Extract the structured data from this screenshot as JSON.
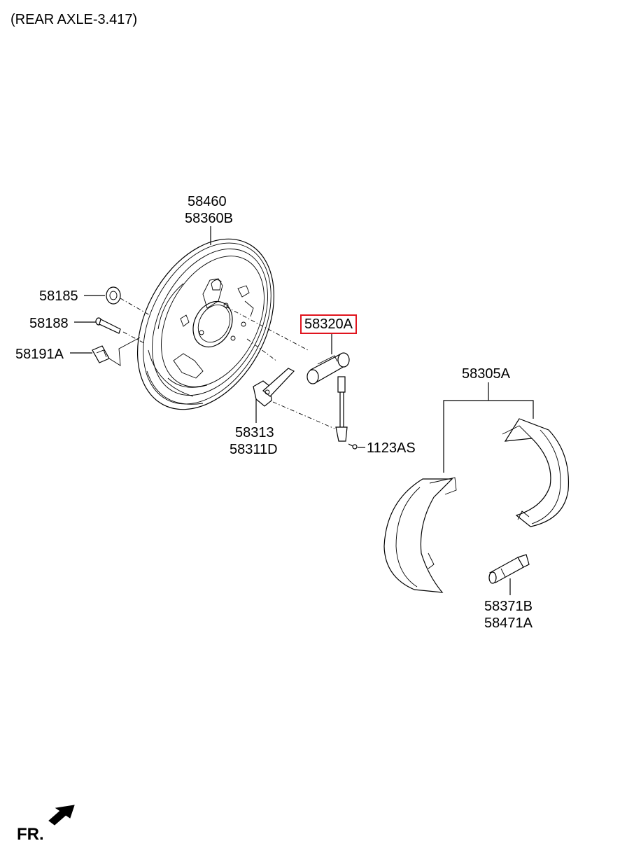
{
  "title": "(REAR AXLE-3.417)",
  "direction_label": "FR.",
  "parts": {
    "drum": [
      "58460",
      "58360B"
    ],
    "plug": "58185",
    "bleeder_bolt": "58188",
    "clip": "58191A",
    "wheel_cylinder": "58320A",
    "lever": [
      "58313",
      "58311D"
    ],
    "screw": "1123AS",
    "shoe_kit": "58305A",
    "adjuster": [
      "58371B",
      "58471A"
    ]
  },
  "highlighted_part": "58320A",
  "colors": {
    "highlight": "#e0141e",
    "line": "#000000",
    "background": "#ffffff"
  }
}
